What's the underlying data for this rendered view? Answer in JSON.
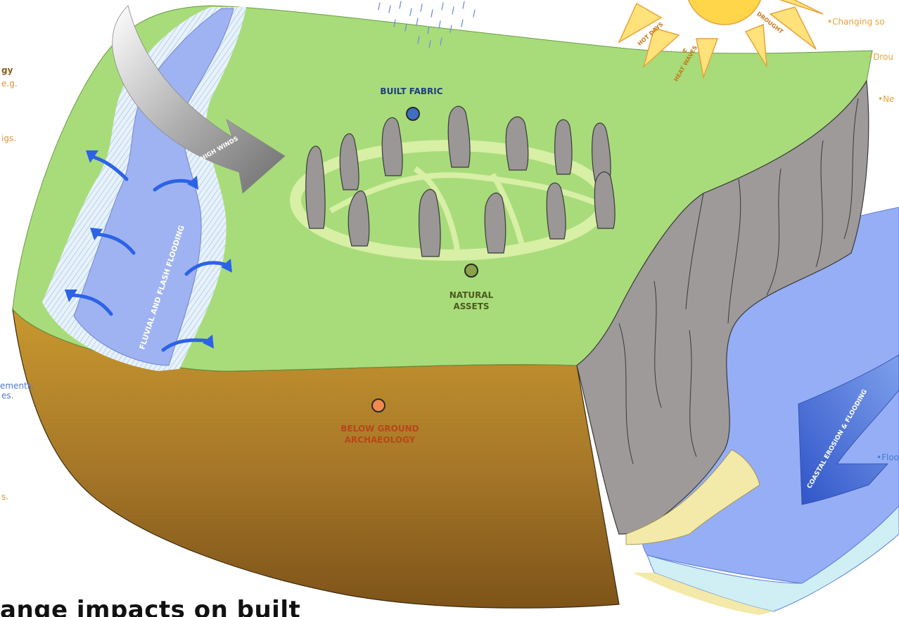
{
  "labels": {
    "built_fabric": "BUILT FABRIC",
    "natural_assets_line1": "NATURAL",
    "natural_assets_line2": "ASSETS",
    "below_ground_line1": "BELOW GROUND",
    "below_ground_line2": "ARCHAEOLOGY"
  },
  "hazards": {
    "flooding": "FLUVIAL AND FLASH FLOODING",
    "high_winds": "HIGH WINDS",
    "hot_days": "HOT DAYS",
    "ampersand": "&",
    "heat_waves": "HEAT WAVES",
    "drought": "DROUGHT",
    "coastal": "COASTAL EROSION & FLOODING"
  },
  "left_fragments": {
    "f1": "gy",
    "f2": "e.g.",
    "f3": "igs.",
    "f4": "ements.",
    "f5": "es.",
    "f6": "s."
  },
  "right_fragments": {
    "r1": "•Changing so",
    "r2": "•Drou",
    "r3": "•Ne",
    "r4": "•Floo"
  },
  "title": "ange impacts on built",
  "colors": {
    "grass": "#a8dc7a",
    "earth": "#b8862e",
    "river": "#9fb3f2",
    "sea": "#95aef5",
    "stone": "#9a9796",
    "cliff": "#9d9a99",
    "sun": "#ffe27a",
    "built_dot": "#3e6fc0",
    "natural_dot": "#8aa24a",
    "archaeology_dot": "#f08a50",
    "left_brown": "#8b5a1a",
    "left_orange": "#e2913b",
    "left_blue": "#4a7ad2",
    "right_orange": "#e6a23c"
  }
}
